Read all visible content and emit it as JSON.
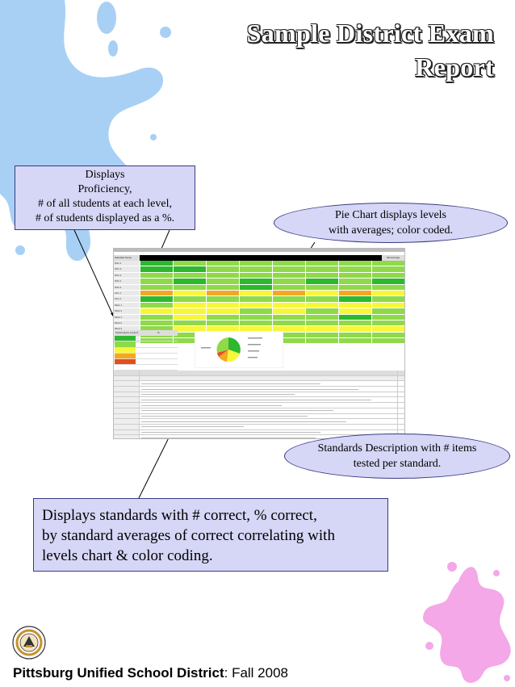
{
  "title": {
    "line1": "Sample District Exam",
    "line2": "Report"
  },
  "callouts": {
    "proficiency": {
      "line1": "Displays",
      "line2": "Proficiency,",
      "line3": "# of all students at each level,",
      "line4": "# of students displayed as a %."
    },
    "pie": {
      "line1": "Pie Chart displays levels",
      "line2": "with averages; color coded."
    },
    "standards": {
      "line1": "Standards Description with # items",
      "line2": "tested per standard."
    },
    "averages": {
      "line1": "Displays standards with # correct, % correct,",
      "line2": "by standard averages of correct correlating with",
      "line3": "levels chart & color coding."
    }
  },
  "footer": {
    "district": "Pittsburg Unified School District",
    "term": ": Fall 2008"
  },
  "colors": {
    "callout_fill": "#d6d6f6",
    "callout_border": "#3a3a80",
    "splash_blue": "#a8d0f5",
    "splash_pink": "#f4a8e8",
    "level_advanced": "#2db82d",
    "level_proficient": "#8fd94a",
    "level_basic": "#f7f73a",
    "level_below_basic": "#f5a623",
    "level_far_below_basic": "#e64d1e"
  }
}
